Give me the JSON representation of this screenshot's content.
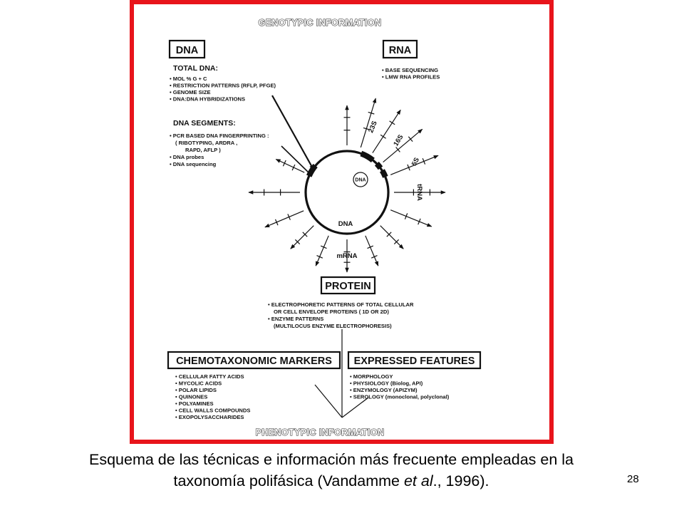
{
  "diagram": {
    "frame_color": "#e8141b",
    "genotypic_title": "GENOTYPIC INFORMATION",
    "phenotypic_title": "PHENOTYPIC INFORMATION",
    "dna_box_label": "DNA",
    "rna_box_label": "RNA",
    "protein_box_label": "PROTEIN",
    "chemotaxonomic_box_label": "CHEMOTAXONOMIC MARKERS",
    "expressed_box_label": "EXPRESSED FEATURES",
    "total_dna_heading": "TOTAL DNA:",
    "total_dna_items": [
      "MOL % G + C",
      "RESTRICTION PATTERNS (RFLP, PFGE)",
      "GENOME SIZE",
      "DNA:DNA HYBRIDIZATIONS"
    ],
    "dna_segments_heading": "DNA SEGMENTS:",
    "dna_segments_items": [
      "PCR BASED DNA FINGERPRINTING :",
      "( RIBOTYPING, ARDRA ,",
      "RAPD, AFLP )",
      "DNA probes",
      "DNA sequencing"
    ],
    "rna_items": [
      "BASE SEQUENCING",
      "LMW RNA PROFILES"
    ],
    "protein_items": [
      "ELECTROPHORETIC PATTERNS OF TOTAL CELLULAR",
      "OR CELL ENVELOPE PROTEINS ( 1D OR 2D)",
      "ENZYME PATTERNS",
      "(MULTILOCUS ENZYME ELECTROPHORESIS)"
    ],
    "chemotaxonomic_items": [
      "CELLULAR FATTY ACIDS",
      "MYCOLIC ACIDS",
      "POLAR LIPIDS",
      "QUINONES",
      "POLYAMINES",
      "CELL WALLS COMPOUNDS",
      "EXOPOLYSACCHARIDES"
    ],
    "expressed_items": [
      "MORPHOLOGY",
      "PHYSIOLOGY (Biolog, API)",
      "ENZYMOLOGY (APIZYM)",
      "SEROLOGY (monoclonal, polyclonal)"
    ],
    "ring_labels": {
      "dna_center": "DNA",
      "dna_bottom": "DNA",
      "mrna": "mRNA",
      "r23s": "23S",
      "r16s": "16S",
      "r5s": "5S",
      "trna": "tRNA"
    }
  },
  "caption": {
    "line1": "Esquema de las técnicas e información más frecuente empleadas en la",
    "line2_before": "taxonomía polifásica (Vandamme ",
    "line2_italic": "et al",
    "line2_after": "., 1996)."
  },
  "page_number": "28"
}
